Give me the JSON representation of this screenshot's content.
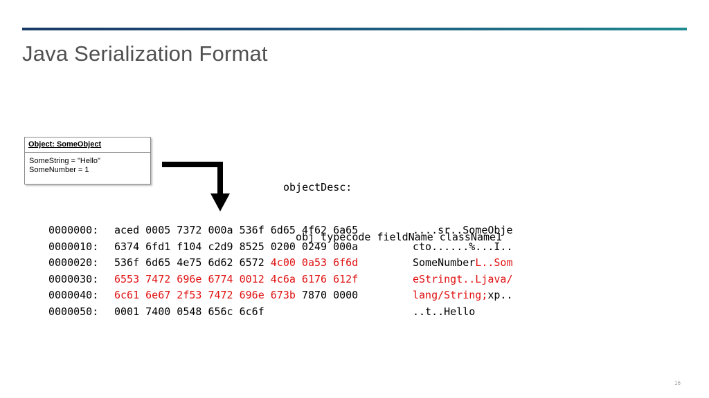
{
  "slide": {
    "title": "Java Serialization Format",
    "page_number": "16"
  },
  "uml": {
    "header": "Object: SomeObject",
    "attributes": [
      "SomeString = \"Hello\"",
      "SomeNumber = 1"
    ]
  },
  "object_desc": {
    "line1": "objectDesc:",
    "line2": "  obj_typecode fieldName className1"
  },
  "hex_dump": {
    "lines": [
      {
        "offset": "0000000:",
        "hex": [
          {
            "t": "aced 0005 7372 000a 536f 6d65 4f62 6a65",
            "red": false
          }
        ],
        "ascii": [
          {
            "t": "....sr..SomeObje",
            "red": false
          }
        ]
      },
      {
        "offset": "0000010:",
        "hex": [
          {
            "t": "6374 6fd1 f104 c2d9 8525 0200 0249 000a",
            "red": false
          }
        ],
        "ascii": [
          {
            "t": "cto......%...I..",
            "red": false
          }
        ]
      },
      {
        "offset": "0000020:",
        "hex": [
          {
            "t": "536f 6d65 4e75 6d62 6572 ",
            "red": false
          },
          {
            "t": "4c00 0a53 6f6d",
            "red": true
          }
        ],
        "ascii": [
          {
            "t": "SomeNumber",
            "red": false
          },
          {
            "t": "L..Som",
            "red": true
          }
        ]
      },
      {
        "offset": "0000030:",
        "hex": [
          {
            "t": "6553 7472 696e 6774 0012 4c6a 6176 612f",
            "red": true
          }
        ],
        "ascii": [
          {
            "t": "eStringt..Ljava/",
            "red": true
          }
        ]
      },
      {
        "offset": "0000040:",
        "hex": [
          {
            "t": "6c61 6e67 2f53 7472 696e 673b",
            "red": true
          },
          {
            "t": " 7870 0000",
            "red": false
          }
        ],
        "ascii": [
          {
            "t": "lang/String;",
            "red": true
          },
          {
            "t": "xp..",
            "red": false
          }
        ]
      },
      {
        "offset": "0000050:",
        "hex": [
          {
            "t": "0001 7400 0548 656c 6c6f",
            "red": false
          }
        ],
        "ascii": [
          {
            "t": "..t..Hello",
            "red": false
          }
        ]
      }
    ]
  },
  "colors": {
    "highlight": "#e01010",
    "title": "#505050",
    "rule_start": "#1a3a66",
    "rule_end": "#1f8a8f"
  },
  "icons": {
    "arrow": "down-right-elbow-arrow-icon"
  }
}
